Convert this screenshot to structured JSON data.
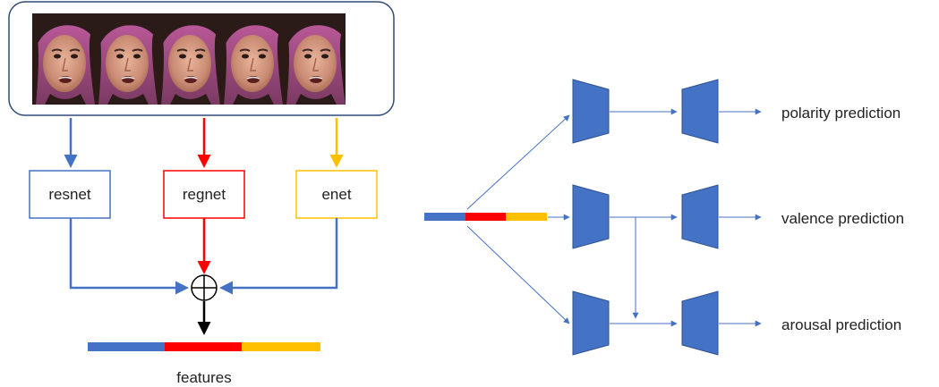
{
  "left_panel": {
    "video_frames": {
      "count": 5,
      "subject": "face-of-speaking-woman"
    },
    "backbones": [
      {
        "label": "resnet",
        "color": "#4472C4"
      },
      {
        "label": "regnet",
        "color": "#FF0000"
      },
      {
        "label": "enet",
        "color": "#FFC000"
      }
    ],
    "fusion_symbol": "concatenation-circle-plus",
    "features_label": "features"
  },
  "right_panel": {
    "heads": [
      {
        "label": "polarity prediction"
      },
      {
        "label": "valence prediction"
      },
      {
        "label": "arousal prediction"
      }
    ]
  },
  "colors": {
    "block": "#4472C4",
    "arrow_thin": "#4472C4"
  }
}
